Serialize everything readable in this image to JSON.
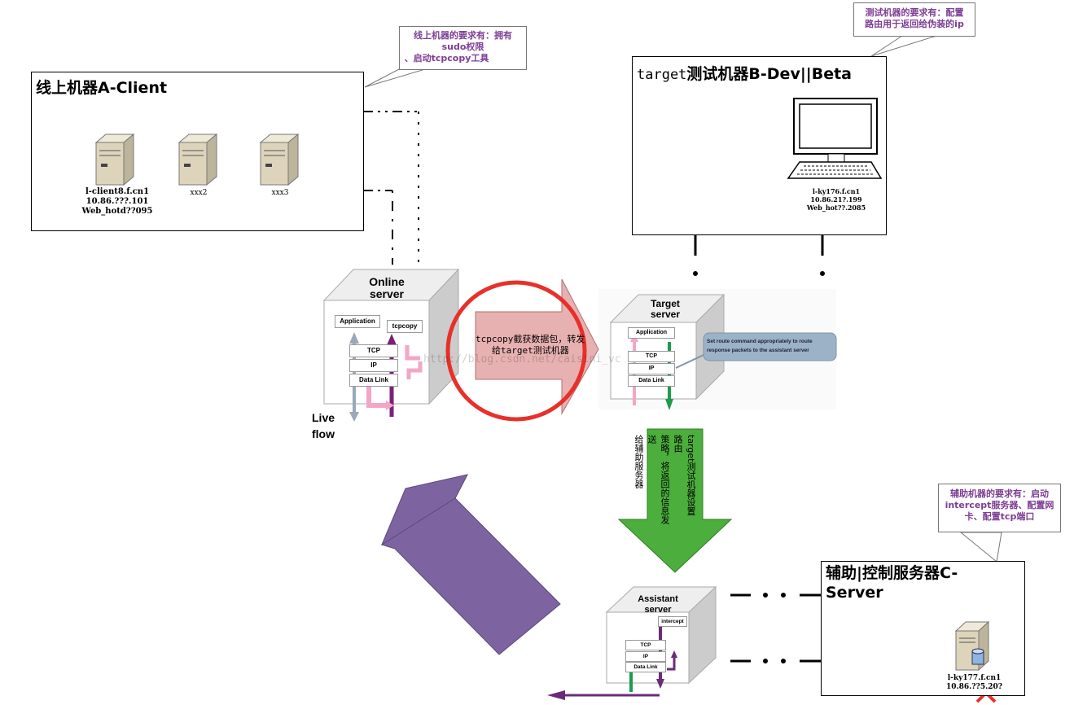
{
  "client_panel": {
    "title": "线上机器A-Client",
    "hosts": [
      {
        "line1": "l-client8.f.cn1",
        "line2": "10.86.???.101",
        "line3": "Web_hotd??095"
      },
      {
        "line1": "xxx2"
      },
      {
        "line1": "xxx3"
      }
    ],
    "callout": [
      "线上机器的要求有：拥有",
      "sudo权限",
      "、启动tcpcopy工具"
    ]
  },
  "target_panel": {
    "title_prefix": "target",
    "title_main": "测试机器B-Dev||Beta",
    "host": {
      "line1": "l-ky176.f.cn1",
      "line2": "10.86.21?.199",
      "line3": "Web_hot??.2085"
    },
    "callout": [
      "测试机器的要求有：配置",
      "路由用于返回给伪装的ip"
    ]
  },
  "assist_panel": {
    "title_line1": "辅助|控制服务器C-",
    "title_line2": "Server",
    "host": {
      "line1": "l-ky177.f.cn1",
      "line2": "10.86.??5.20?"
    },
    "callout": [
      "辅助机器的要求有：启动",
      "intercept服务器、配置网",
      "卡、配置tcp端口"
    ]
  },
  "online_server": {
    "title_line1": "Online",
    "title_line2": "server",
    "application": "Application",
    "tcpcopy": "tcpcopy",
    "tcp": "TCP",
    "ip": "IP",
    "data_link": "Data Link",
    "live_flow_line1": "Live",
    "live_flow_line2": "flow"
  },
  "target_server": {
    "title_line1": "Target",
    "title_line2": "server",
    "application": "Application",
    "tcp": "TCP",
    "ip": "IP",
    "data_link": "Data Link",
    "route_note": [
      "Set route command appropriately to route",
      "response packets to the assistant server"
    ]
  },
  "assistant_server": {
    "title_line1": "Assistant",
    "title_line2": "server",
    "intercept": "intercept",
    "tcp": "TCP",
    "ip": "IP",
    "data_link": "Data Link"
  },
  "capture_arrow": {
    "line1": "tcpcopy截获数据包，转发",
    "line2": "给target测试机器"
  },
  "route_arrow": {
    "line1": "target测试机器设置路由",
    "line2": "策略，将返回的信息发送",
    "line3": "给辅助服务器"
  },
  "watermark": "http://blog.csdn.net/caisini_vc",
  "colors": {
    "purple_arrow": "#7e63a1",
    "green_arrow": "#4cae3c",
    "pink_arrow": "#e8b1b1",
    "red_ellipse": "#e8302a",
    "callout_text": "#7d3d94",
    "red_mark": "#e8302a"
  }
}
